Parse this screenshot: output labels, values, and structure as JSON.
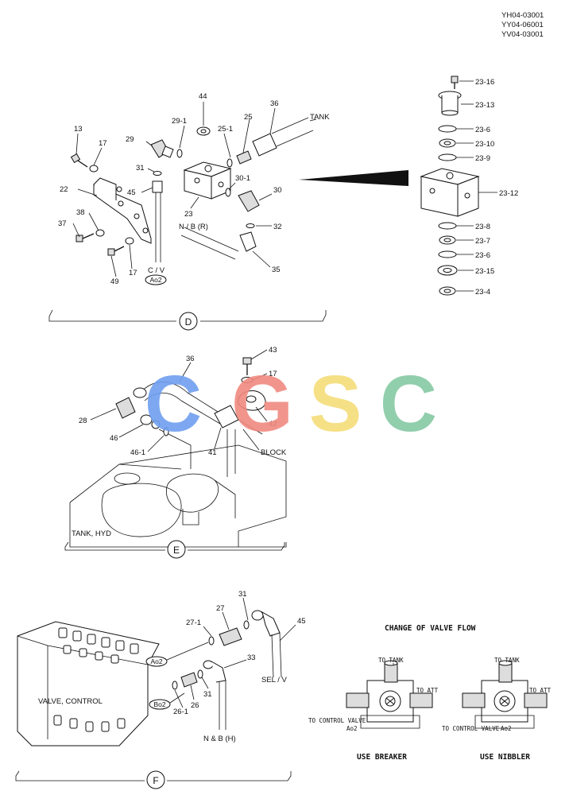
{
  "doc_codes": [
    "YH04-03001",
    "YY04-06001",
    "YV04-03001"
  ],
  "watermark": {
    "letters": [
      "C",
      "G",
      "S",
      "C"
    ],
    "colors": [
      "#6f9ff0",
      "#f08a80",
      "#f5dd7a",
      "#86c9a4"
    ]
  },
  "sections": [
    {
      "id": "D",
      "label": "D"
    },
    {
      "id": "E",
      "label": "E"
    },
    {
      "id": "F",
      "label": "F"
    }
  ],
  "section_d": {
    "part_numbers": [
      "13",
      "17",
      "29",
      "31",
      "22",
      "45",
      "38",
      "37",
      "49",
      "17",
      "44",
      "29-1",
      "25-1",
      "25",
      "36",
      "30-1",
      "30",
      "23",
      "32",
      "35"
    ],
    "tank_label": "TANK",
    "nb_label": "N / B (R)",
    "cv_label": "C / V",
    "port_tag": "Ao2"
  },
  "exploded_view": {
    "part_numbers": [
      "23-16",
      "23-13",
      "23-6",
      "23-10",
      "23-9",
      "23-12",
      "23-8",
      "23-7",
      "23-6",
      "23-15",
      "23-4"
    ]
  },
  "section_e": {
    "part_numbers": [
      "36",
      "43",
      "17",
      "42",
      "28",
      "46",
      "46-1",
      "41"
    ],
    "block_label": "BLOCK",
    "tank_label": "TANK, HYD"
  },
  "section_f": {
    "part_numbers": [
      "31",
      "45",
      "27-1",
      "27",
      "33",
      "26",
      "31",
      "26-1"
    ],
    "valve_label": "VALVE, CONTROL",
    "port_tag_a": "Ao2",
    "port_tag_b": "Bo2",
    "sel_label": "SEL / V",
    "nb_label": "N & B (H)"
  },
  "valve_flow": {
    "title": "CHANGE OF VALVE FLOW",
    "left": {
      "to_tank": "TO TANK",
      "to_att": "TO ATT",
      "to_control": "TO CONTROL VALVE",
      "port": "Ao2",
      "caption": "USE BREAKER"
    },
    "right": {
      "to_tank": "TO TANK",
      "to_att": "TO ATT",
      "to_control": "TO CONTROL VALVE",
      "port": "Ao2",
      "caption": "USE NIBBLER"
    }
  }
}
